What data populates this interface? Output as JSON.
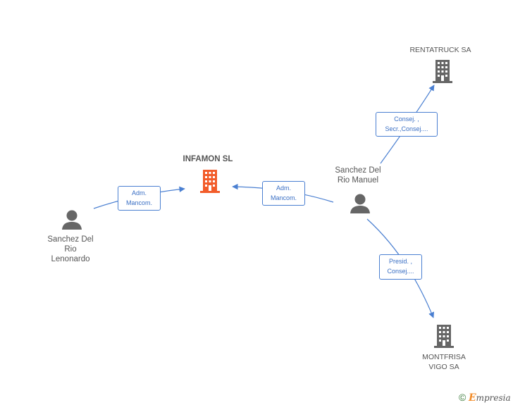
{
  "colors": {
    "main_company": "#f25c2a",
    "company": "#666666",
    "person": "#666666",
    "edge": "#4a7fd1"
  },
  "nodes": {
    "infamon": {
      "label": "INFAMON SL",
      "icon": "building-icon"
    },
    "rentatruck": {
      "label": "RENTATRUCK SA",
      "icon": "building-icon"
    },
    "montfrisa": {
      "line1": "MONTFRISA",
      "line2": "VIGO SA",
      "icon": "building-icon"
    },
    "manuel": {
      "line1": "Sanchez Del",
      "line2": "Rio Manuel",
      "icon": "person-icon"
    },
    "lenonardo": {
      "line1": "Sanchez Del",
      "line2": "Rio",
      "line3": "Lenonardo",
      "icon": "person-icon"
    }
  },
  "relations": {
    "lenonardo_infamon": {
      "line1": "Adm.",
      "line2": "Mancom."
    },
    "manuel_infamon": {
      "line1": "Adm.",
      "line2": "Mancom."
    },
    "manuel_rentatruck": {
      "line1": "Consej. ,",
      "line2": "Secr.,Consej...."
    },
    "manuel_montfrisa": {
      "line1": "Presid. ,",
      "line2": "Consej...."
    }
  },
  "footer": {
    "copyright": "©",
    "brand_initial": "E",
    "brand_rest": "mpresia"
  }
}
